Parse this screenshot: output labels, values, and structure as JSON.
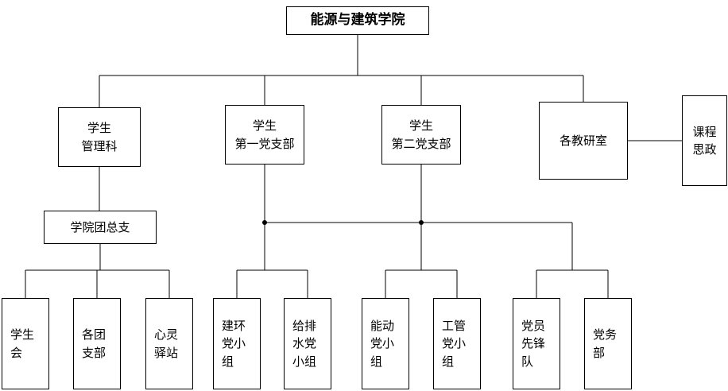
{
  "colors": {
    "background": "#ffffff",
    "border": "#000000",
    "line": "#000000",
    "text": "#000000"
  },
  "nodes": {
    "root": {
      "label": "能源与建筑学院"
    },
    "student_management": {
      "label": "学生\n管理科"
    },
    "first_party_branch": {
      "label": "学生\n第一党支部"
    },
    "second_party_branch": {
      "label": "学生\n第二党支部"
    },
    "teaching_research_offices": {
      "label": "各教研室"
    },
    "curriculum_ideology": {
      "label": "课程\n思政"
    },
    "league_general_branch": {
      "label": "学院团总支"
    },
    "student_union": {
      "label": "学生\n会"
    },
    "league_branches": {
      "label": "各团\n支部"
    },
    "soul_station": {
      "label": "心灵\n驿站"
    },
    "construction_env_party_group": {
      "label": "建环\n党小\n组"
    },
    "water_drainage_party_group": {
      "label": "给排\n水党\n小组"
    },
    "energy_power_party_group": {
      "label": "能动\n党小\n组"
    },
    "engineering_mgmt_party_group": {
      "label": "工管\n党小\n组"
    },
    "party_vanguard": {
      "label": "党员\n先锋\n队"
    },
    "party_affairs_dept": {
      "label": "党务\n部"
    }
  }
}
